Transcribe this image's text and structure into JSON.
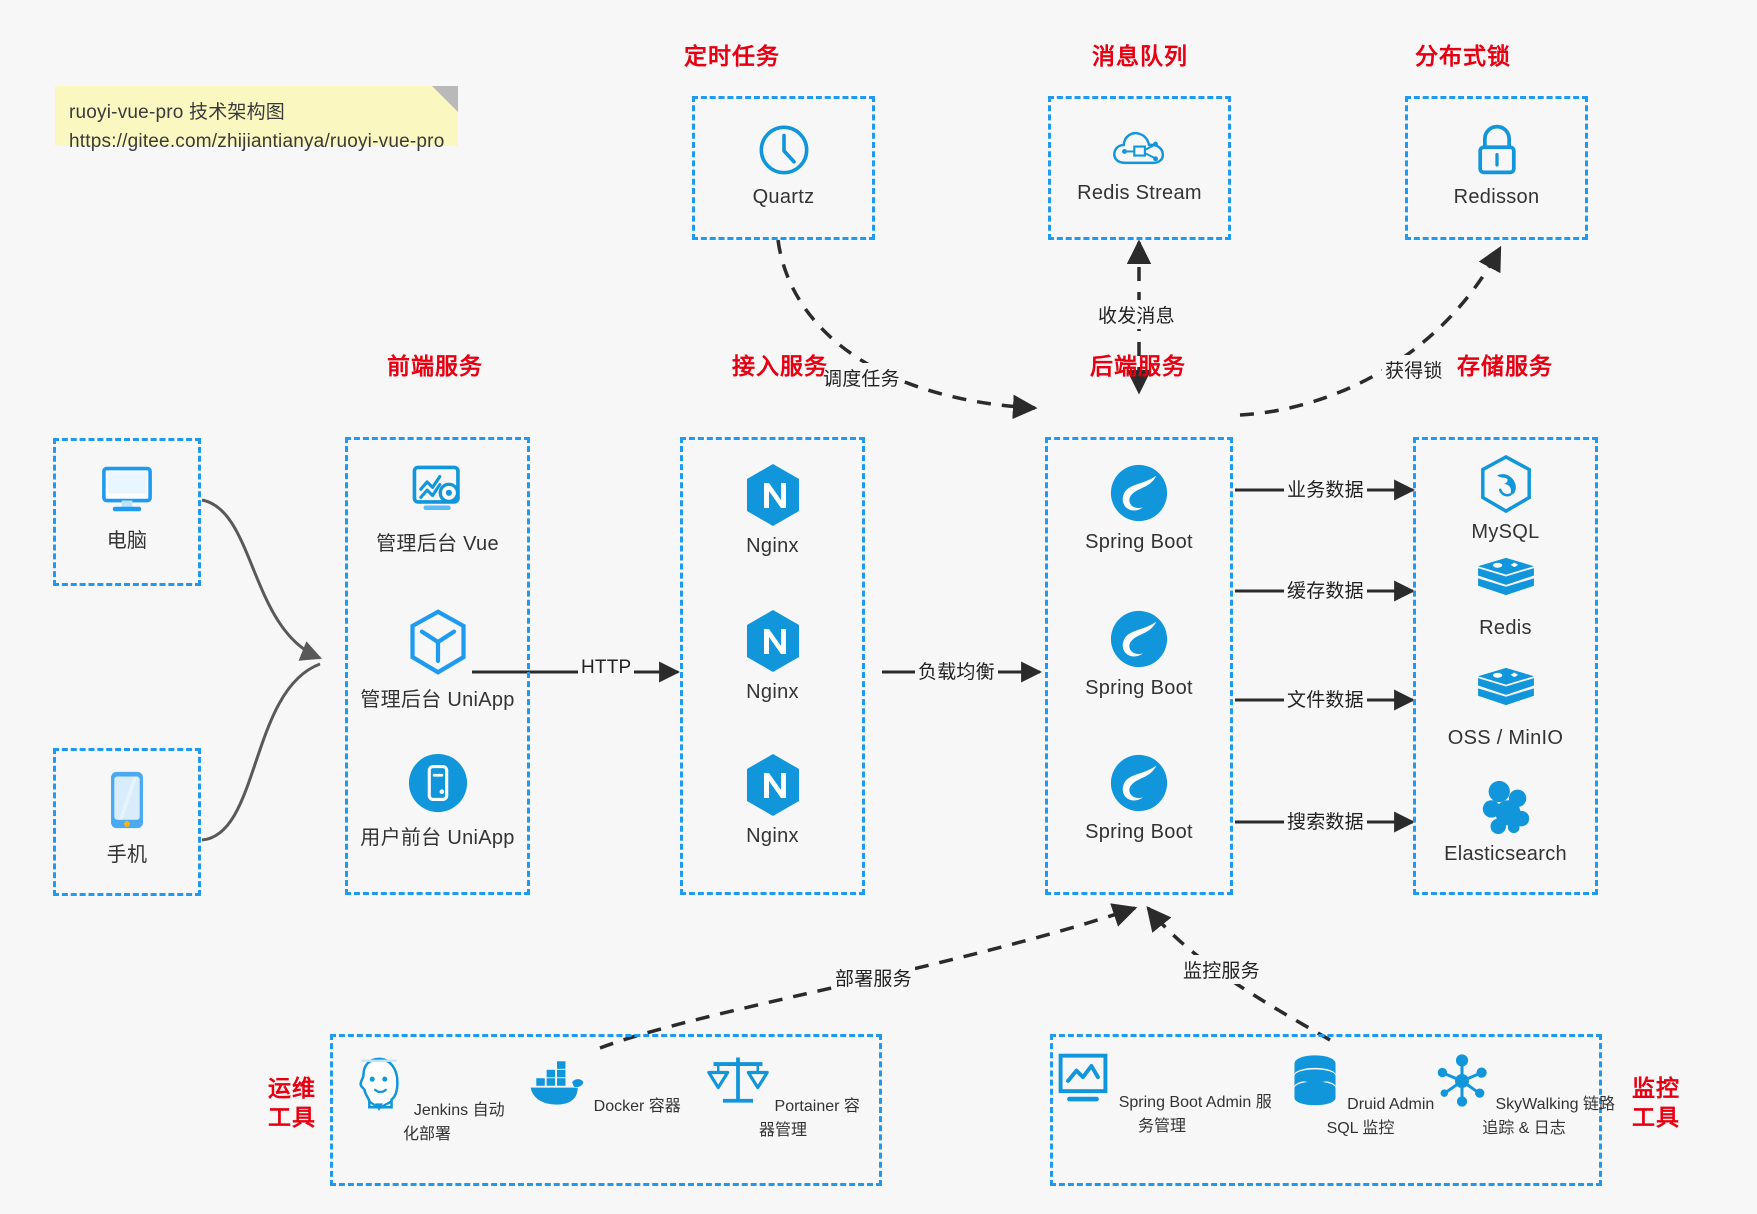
{
  "note": {
    "line1": "ruoyi-vue-pro 技术架构图",
    "line2": "https://gitee.com/zhijiantianya/ruoyi-vue-pro"
  },
  "groups": {
    "scheduler": {
      "title": "定时任务",
      "items": [
        {
          "label": "Quartz",
          "icon": "clock-icon"
        }
      ]
    },
    "mq": {
      "title": "消息队列",
      "items": [
        {
          "label": "Redis Stream",
          "icon": "cloud-network-icon"
        }
      ]
    },
    "lock": {
      "title": "分布式锁",
      "items": [
        {
          "label": "Redisson",
          "icon": "lock-icon"
        }
      ]
    },
    "client_pc": {
      "title": "",
      "items": [
        {
          "label": "电脑",
          "icon": "desktop-icon"
        }
      ]
    },
    "client_mob": {
      "title": "",
      "items": [
        {
          "label": "手机",
          "icon": "smartphone-icon"
        }
      ]
    },
    "frontend": {
      "title": "前端服务",
      "items": [
        {
          "label": "管理后台 Vue",
          "icon": "dashboard-gear-icon"
        },
        {
          "label": "管理后台 UniApp",
          "icon": "cube-icon"
        },
        {
          "label": "用户前台 UniApp",
          "icon": "mobile-circle-icon"
        }
      ]
    },
    "gateway": {
      "title": "接入服务",
      "items": [
        {
          "label": "Nginx",
          "icon": "nginx-icon"
        },
        {
          "label": "Nginx",
          "icon": "nginx-icon"
        },
        {
          "label": "Nginx",
          "icon": "nginx-icon"
        }
      ]
    },
    "backend": {
      "title": "后端服务",
      "items": [
        {
          "label": "Spring Boot",
          "icon": "spring-icon"
        },
        {
          "label": "Spring Boot",
          "icon": "spring-icon"
        },
        {
          "label": "Spring Boot",
          "icon": "spring-icon"
        }
      ]
    },
    "storage": {
      "title": "存储服务",
      "items": [
        {
          "label": "MySQL",
          "icon": "mysql-icon"
        },
        {
          "label": "Redis",
          "icon": "redis-icon"
        },
        {
          "label": "OSS / MinIO",
          "icon": "minio-icon"
        },
        {
          "label": "Elasticsearch",
          "icon": "elasticsearch-icon"
        }
      ]
    },
    "devops": {
      "title": "运维\n工具",
      "title_l1": "运维",
      "title_l2": "工具",
      "items": [
        {
          "label": "Jenkins",
          "sub": "自动化部署",
          "icon": "jenkins-icon"
        },
        {
          "label": "Docker",
          "sub": "容器",
          "icon": "docker-icon"
        },
        {
          "label": "Portainer",
          "sub": "容器管理",
          "icon": "scales-icon"
        }
      ]
    },
    "monitor": {
      "title": "监控\n工具",
      "title_l1": "监控",
      "title_l2": "工具",
      "items": [
        {
          "label": "Spring Boot Admin",
          "sub": "服务管理",
          "icon": "monitor-chart-icon"
        },
        {
          "label": "Druid Admin",
          "sub": "SQL 监控",
          "icon": "database-icon"
        },
        {
          "label": "SkyWalking",
          "sub": "链路追踪 & 日志",
          "icon": "skywalking-icon"
        }
      ]
    }
  },
  "edges": [
    {
      "name": "http",
      "label": "HTTP"
    },
    {
      "name": "load-balance",
      "label": "负载均衡"
    },
    {
      "name": "business-data",
      "label": "业务数据"
    },
    {
      "name": "cache-data",
      "label": "缓存数据"
    },
    {
      "name": "file-data",
      "label": "文件数据"
    },
    {
      "name": "search-data",
      "label": "搜索数据"
    },
    {
      "name": "schedule-task",
      "label": "调度任务"
    },
    {
      "name": "send-receive",
      "label": "收发消息"
    },
    {
      "name": "acquire-lock",
      "label": "获得锁"
    },
    {
      "name": "deploy",
      "label": "部署服务"
    },
    {
      "name": "monitor",
      "label": "监控服务"
    }
  ],
  "colors": {
    "accent_blue": "#1e9bf0",
    "icon_blue": "#1296db",
    "title_red": "#e60012",
    "background": "#f7f7f7",
    "note_yellow": "#fbf7c0",
    "edge_dark": "#2b2b2b",
    "edge_gray": "#595959"
  }
}
